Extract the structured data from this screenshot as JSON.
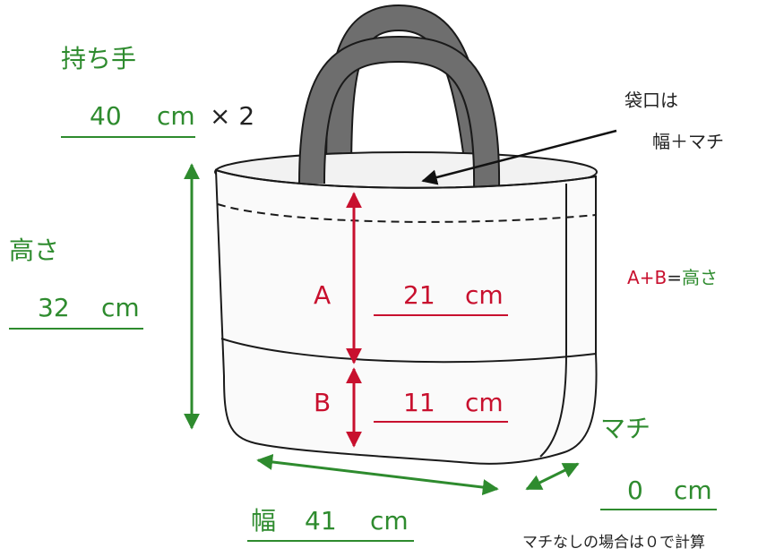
{
  "handle": {
    "title": "持ち手",
    "value": "40",
    "unit": "cm",
    "multiplier": "× 2"
  },
  "height": {
    "title": "高さ",
    "value": "32",
    "unit": "cm"
  },
  "width": {
    "title": "幅",
    "value": "41",
    "unit": "cm"
  },
  "gusset": {
    "title": "マチ",
    "value": "0",
    "unit": "cm"
  },
  "part_a": {
    "label": "A",
    "value": "21",
    "unit": "cm"
  },
  "part_b": {
    "label": "B",
    "value": "11",
    "unit": "cm"
  },
  "formula": {
    "a": "A",
    "plus1": "+",
    "b": "B",
    "eq": "=",
    "result": "高さ"
  },
  "opening_note": {
    "line1": "袋口は",
    "line2": "幅＋マチ"
  },
  "footnote": "マチなしの場合は０で計算",
  "colors": {
    "green": "#2e8b2e",
    "red": "#c8102e",
    "handle_fill": "#6e6e6e",
    "outline": "#1a1a1a",
    "body_fill": "#fafafa"
  }
}
